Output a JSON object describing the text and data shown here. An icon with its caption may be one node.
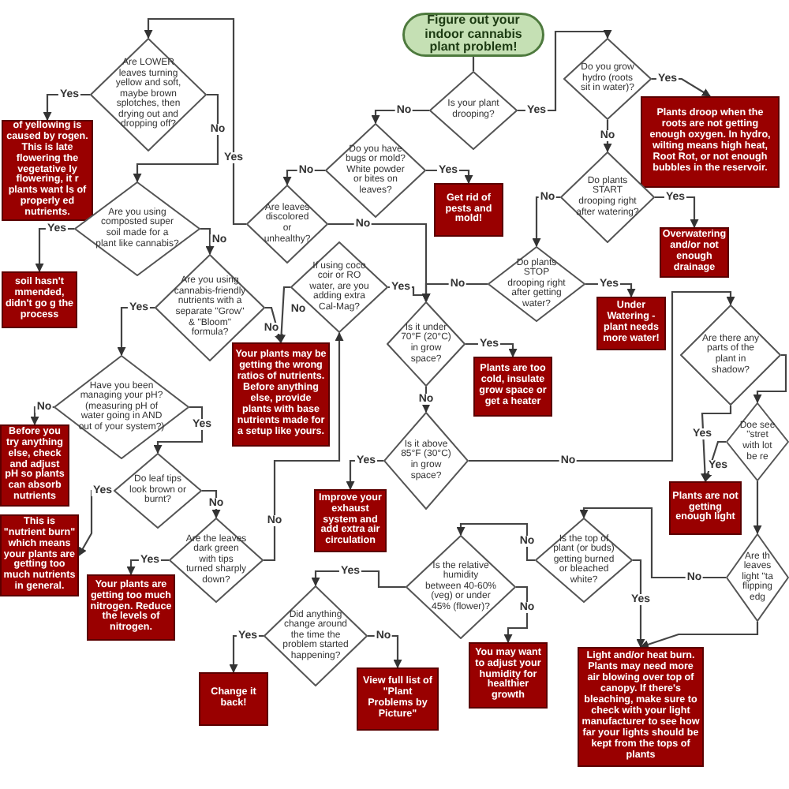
{
  "diagram": {
    "nodes": [
      {
        "text": [
          "Figure out your indoor cannabis plant problem!"
        ]
      },
      {
        "text": [
          "Is your plant drooping?"
        ]
      },
      {
        "text": [
          "Do you grow hydro (roots sit in water)?"
        ]
      },
      {
        "text": [
          "Plants droop when the roots are not getting enough oxygen. In hydro, wilting means high heat, Root Rot, or not enough bubbles in the reservoir."
        ]
      },
      {
        "text": [
          "Do plants START drooping right after watering?"
        ]
      },
      {
        "text": [
          "Overwatering and/or not enough drainage"
        ]
      },
      {
        "text": [
          "Do plants STOP drooping right after getting water?"
        ]
      },
      {
        "text": [
          "Under Watering - plant needs more water!"
        ]
      },
      {
        "text": [
          "Do you have bugs or mold? White powder or bites on leaves?"
        ]
      },
      {
        "text": [
          "Get rid of pests and mold!"
        ]
      },
      {
        "text": [
          "Are leaves discolored or unhealthy?"
        ]
      },
      {
        "text": [
          "Are LOWER leaves turning yellow and soft, maybe brown splotches, then drying out and dropping off?"
        ]
      },
      {
        "text": [
          "of yellowing is caused by rogen. This is late flowering the vegetative ly flowering, it r plants want ls of properly ed nutrients."
        ]
      },
      {
        "text": [
          "Are you using composted super soil made for a plant like cannabis?"
        ]
      },
      {
        "text": [
          "soil hasn't mmended, didn't go g the process"
        ]
      },
      {
        "text": [
          "Are you using cannabis-friendly nutrients with a separate \"Grow\" & \"Bloom\" formula?"
        ]
      },
      {
        "text": [
          "If using coco coir or RO water, are you adding extra Cal-Mag?"
        ]
      },
      {
        "text": [
          "Your plants may be getting the wrong ratios of nutrients. Before anything else, provide plants with base nutrients made for a setup like yours."
        ]
      },
      {
        "text": [
          "Have you been managing your pH? (measuring pH of water going in AND out of your system?)"
        ]
      },
      {
        "text": [
          "Before you try anything else, check and adjust pH so plants can absorb nutrients"
        ]
      },
      {
        "text": [
          "Do leaf tips look brown or burnt?"
        ]
      },
      {
        "text": [
          "This is \"nutrient burn\" which means your plants are getting too much nutrients in general."
        ]
      },
      {
        "text": [
          "Are the leaves dark green with tips turned sharply down?"
        ]
      },
      {
        "text": [
          "Your plants are getting too much nitrogen. Reduce the levels of nitrogen."
        ]
      },
      {
        "text": [
          "Did anything change around the time the problem started happening?"
        ]
      },
      {
        "text": [
          "Change it back!"
        ]
      },
      {
        "text": [
          "View full list of \"Plant Problems by Picture\""
        ]
      },
      {
        "text": [
          "Is it under 70°F (20°C) in grow space?"
        ]
      },
      {
        "text": [
          "Plants are too cold, insulate grow space or get a heater"
        ]
      },
      {
        "text": [
          "Is it above 85°F (30°C) in grow space?"
        ]
      },
      {
        "text": [
          "Improve your exhaust system and add extra air circulation"
        ]
      },
      {
        "text": [
          "Is the relative humidity between 40-60% (veg) or under 45% (flower)?"
        ]
      },
      {
        "text": [
          "You may want to adjust your humidity for healthier growth"
        ]
      },
      {
        "text": [
          "Is the top of plant (or buds) getting burned or bleached white?"
        ]
      },
      {
        "text": [
          "Light and/or heat burn. Plants may need more air blowing over top of canopy. If there's bleaching, make sure to check with your light manufacturer to see how far your lights should be kept from the tops of plants"
        ]
      },
      {
        "text": [
          "Are there any parts of the plant in shadow?"
        ]
      },
      {
        "text": [
          "Plants are not getting enough light"
        ]
      },
      {
        "text": [
          "Doe see \"stret with lot be re"
        ]
      },
      {
        "text": [
          "Are th leaves light \"ta flipping edg"
        ]
      }
    ],
    "edges": [
      {
        "from": 0,
        "to": 1,
        "arrow": "none"
      },
      {
        "from": 1,
        "to": 2,
        "label": "Yes",
        "arrow": "to"
      },
      {
        "from": 1,
        "to": 8,
        "label": "No",
        "arrow": "to"
      },
      {
        "from": 2,
        "to": 3,
        "label": "Yes",
        "arrow": "to"
      },
      {
        "from": 2,
        "to": 4,
        "label": "No",
        "arrow": "to"
      },
      {
        "from": 4,
        "to": 5,
        "label": "Yes",
        "arrow": "to"
      },
      {
        "from": 4,
        "to": 6,
        "label": "No",
        "arrow": "to"
      },
      {
        "from": 6,
        "to": 7,
        "label": "Yes",
        "arrow": "to"
      },
      {
        "from": 6,
        "to": 27,
        "label": "No",
        "arrow": "to"
      },
      {
        "from": 8,
        "to": 9,
        "label": "Yes",
        "arrow": "to"
      },
      {
        "from": 8,
        "to": 10,
        "label": "No",
        "arrow": "to"
      },
      {
        "from": 10,
        "to": 11,
        "label": "Yes",
        "arrow": "to"
      },
      {
        "from": 10,
        "to": 27,
        "label": "No",
        "arrow": "to"
      },
      {
        "from": 11,
        "to": 12,
        "label": "Yes",
        "arrow": "to"
      },
      {
        "from": 11,
        "to": 13,
        "label": "No",
        "arrow": "to"
      },
      {
        "from": 13,
        "to": 14,
        "label": "Yes",
        "arrow": "to"
      },
      {
        "from": 13,
        "to": 15,
        "label": "No",
        "arrow": "to"
      },
      {
        "from": 15,
        "to": 18,
        "label": "Yes",
        "arrow": "to"
      },
      {
        "from": 15,
        "to": 17,
        "label": "No",
        "arrow": "to"
      },
      {
        "from": 16,
        "to": 27,
        "label": "Yes",
        "arrow": "to"
      },
      {
        "from": 16,
        "to": 17,
        "label": "No",
        "arrow": "to"
      },
      {
        "from": 18,
        "to": 19,
        "label": "No",
        "arrow": "to"
      },
      {
        "from": 18,
        "to": 20,
        "label": "Yes",
        "arrow": "to"
      },
      {
        "from": 20,
        "to": 21,
        "label": "Yes",
        "arrow": "to"
      },
      {
        "from": 20,
        "to": 22,
        "label": "No",
        "arrow": "to"
      },
      {
        "from": 22,
        "to": 23,
        "label": "Yes",
        "arrow": "to"
      },
      {
        "from": 22,
        "to": 16,
        "label": "No",
        "arrow": "to"
      },
      {
        "from": 24,
        "to": 25,
        "label": "Yes",
        "arrow": "to"
      },
      {
        "from": 24,
        "to": 26,
        "label": "No",
        "arrow": "to"
      },
      {
        "from": 27,
        "to": 28,
        "label": "Yes",
        "arrow": "to"
      },
      {
        "from": 27,
        "to": 29,
        "label": "No",
        "arrow": "to"
      },
      {
        "from": 29,
        "to": 30,
        "label": "Yes",
        "arrow": "to"
      },
      {
        "from": 29,
        "to": 35,
        "label": "No",
        "arrow": "to"
      },
      {
        "from": 31,
        "to": 24,
        "label": "Yes",
        "arrow": "to"
      },
      {
        "from": 31,
        "to": 32,
        "label": "No",
        "arrow": "to"
      },
      {
        "from": 33,
        "to": 34,
        "label": "Yes",
        "arrow": "to"
      },
      {
        "from": 33,
        "to": 31,
        "label": "No",
        "arrow": "to"
      },
      {
        "from": 35,
        "to": 36,
        "label": "Yes",
        "arrow": "to"
      },
      {
        "from": 35,
        "to": 37,
        "arrow": "to"
      },
      {
        "from": 37,
        "to": 36,
        "label": "Yes",
        "arrow": "to"
      },
      {
        "from": 37,
        "to": 38,
        "arrow": "to"
      },
      {
        "from": 38,
        "to": 34,
        "arrow": "to"
      },
      {
        "from": 38,
        "to": 33,
        "label": "No",
        "arrow": "to"
      }
    ]
  }
}
